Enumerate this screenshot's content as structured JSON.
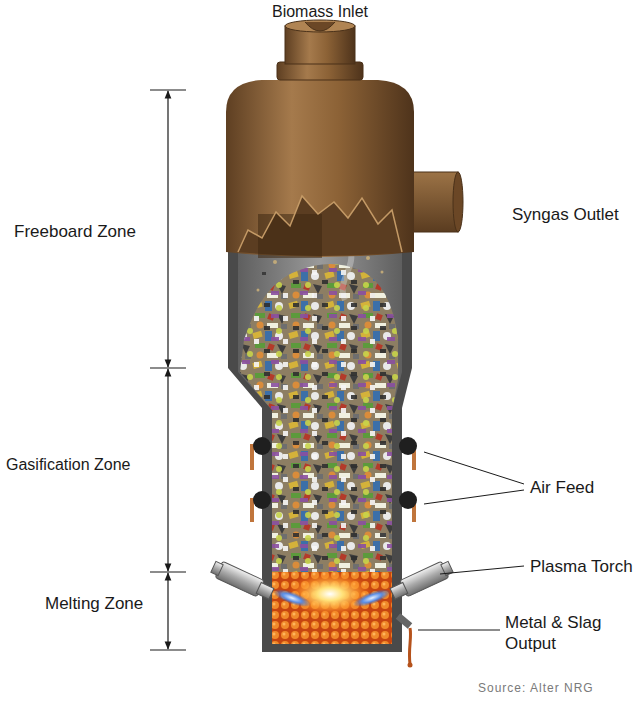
{
  "diagram": {
    "caption": "Source: Alter NRG",
    "labels": [
      "Biomass Inlet",
      "Freeboard Zone",
      "Syngas Outlet",
      "Gasification Zone",
      "Air Feed",
      "Plasma Torch",
      "Melting Zone",
      "Metal & Slag Output"
    ]
  }
}
